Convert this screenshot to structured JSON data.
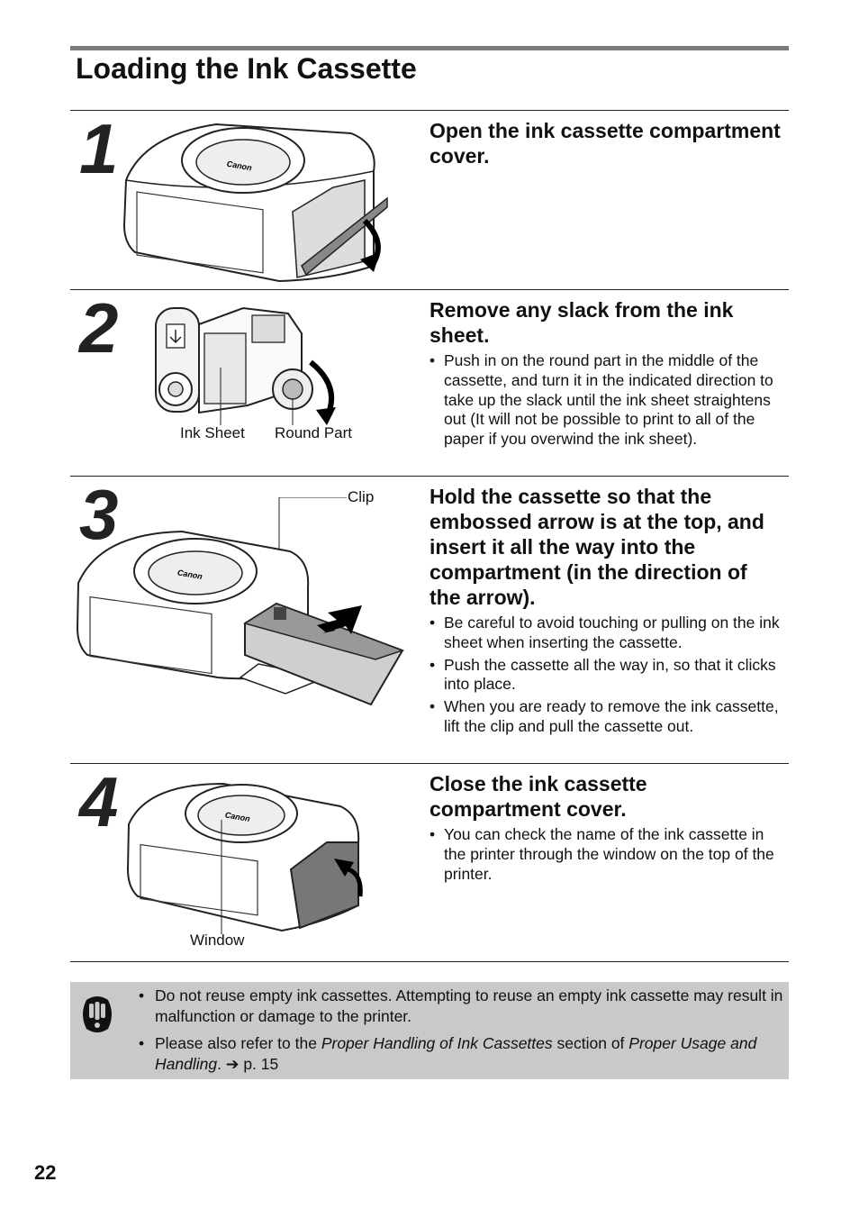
{
  "page": {
    "title": "Loading the Ink Cassette",
    "page_number": "22"
  },
  "steps": [
    {
      "number": "1",
      "heading": "Open the ink cassette compartment cover.",
      "bullets": []
    },
    {
      "number": "2",
      "heading": "Remove any slack from the ink sheet.",
      "bullets": [
        "Push in on the round part in the middle of the cassette, and turn it in the indicated direction to take up the slack until the ink sheet straightens out (It will not be possible to print to all of the paper if you overwind the ink sheet)."
      ],
      "captions": {
        "ink_sheet": "Ink Sheet",
        "round_part": "Round Part"
      }
    },
    {
      "number": "3",
      "heading": "Hold the cassette so that the embossed arrow is at the top, and insert it all the way into the compartment (in the direction of the arrow).",
      "bullets": [
        "Be careful to avoid touching or pulling on the ink sheet when inserting the cassette.",
        "Push the cassette all the way in, so that it clicks into place.",
        "When you are ready to remove the ink cassette, lift the clip and pull the cassette out."
      ],
      "captions": {
        "clip": "Clip"
      }
    },
    {
      "number": "4",
      "heading": "Close the ink cassette compartment cover.",
      "bullets": [
        "You can check the name of the ink cassette in the printer through the window on the top of the printer."
      ],
      "captions": {
        "window": "Window"
      }
    }
  ],
  "note": {
    "icon": "caution-icon",
    "item1": "Do not reuse empty ink cassettes. Attempting to reuse an empty ink cassette may result in malfunction or damage to the printer.",
    "item2_a": "Please also refer to the ",
    "item2_b": "Proper Handling of Ink Cassettes",
    "item2_c": " section of ",
    "item2_d": "Proper Usage and Handling",
    "item2_e": ". ➔ p. 15"
  },
  "illustration_logo": "Canon"
}
